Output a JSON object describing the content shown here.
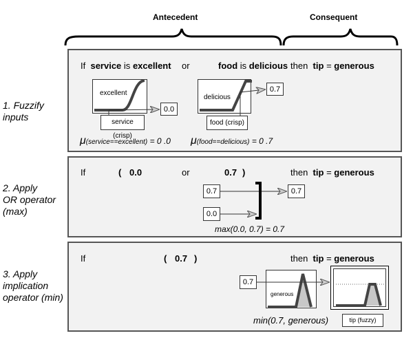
{
  "headers": {
    "antecedent": "Antecedent",
    "consequent": "Consequent"
  },
  "steps": [
    {
      "label_line1": "1. Fuzzify",
      "label_line2": "inputs",
      "label_line3": ""
    },
    {
      "label_line1": "2. Apply",
      "label_line2": "OR operator",
      "label_line3": "(max)"
    },
    {
      "label_line1": "3. Apply",
      "label_line2": "implication",
      "label_line3": "operator (min)"
    }
  ],
  "rule1": {
    "if": "If",
    "service": "service",
    "is1": "is",
    "excellent": "excellent",
    "or": "or",
    "food": "food",
    "is2": "is",
    "delicious": "delicious",
    "then": "then",
    "tip": "tip",
    "eq": "=",
    "generous": "generous"
  },
  "fuzzify": {
    "excellent_label": "excellent",
    "service_input": "service (crisp)",
    "service_value": "0.0",
    "delicious_label": "delicious",
    "food_input": "food (crisp)",
    "food_value": "0.7",
    "mu_service": "μ(service==excellent) = 0 .0",
    "mu_service_sym": "μ",
    "mu_service_sub": "(service==excellent)",
    "mu_service_val": "= 0 .0",
    "mu_food_sym": "μ",
    "mu_food_sub": "(food==delicious)",
    "mu_food_val": "= 0 .7"
  },
  "or_step": {
    "if": "If",
    "open": "(",
    "val1": "0.0",
    "or": "or",
    "val2": "0.7",
    "close": ")",
    "then": "then",
    "tip": "tip",
    "eq": "=",
    "generous": "generous",
    "input_top": "0.7",
    "input_bottom": "0.0",
    "output": "0.7",
    "formula": "max(0.0, 0.7) = 0.7"
  },
  "implication": {
    "if": "If",
    "open": "(",
    "val": "0.7",
    "close": ")",
    "then": "then",
    "tip": "tip",
    "eq": "=",
    "generous": "generous",
    "input": "0.7",
    "generous_label": "generous",
    "formula": "min(0.7, generous)",
    "output_label": "tip (fuzzy)",
    "clip_level": 0.7
  }
}
